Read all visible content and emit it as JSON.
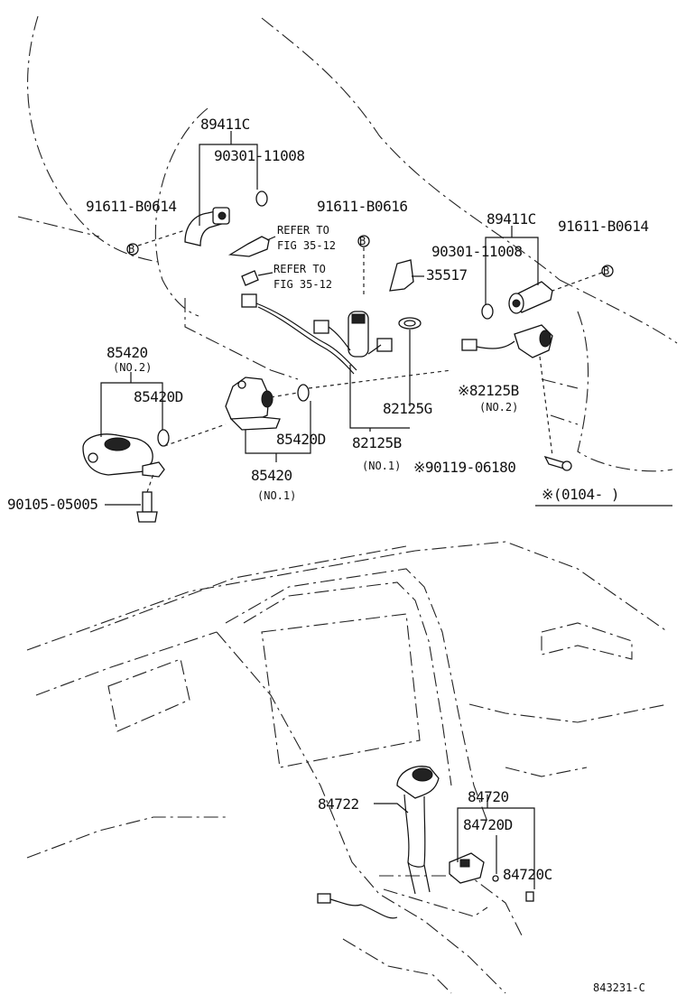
{
  "labels": {
    "p89411C_a": "89411C",
    "p90301_11008_a": "90301-11008",
    "p91611_B0614_a": "91611-B0614",
    "p91611_B0616": "91611-B0616",
    "refer1_a": "REFER TO",
    "refer1_b": "FIG 35-12",
    "refer2_a": "REFER TO",
    "refer2_b": "FIG 35-12",
    "p89411C_b": "89411C",
    "p91611_B0614_b": "91611-B0614",
    "p90301_11008_b": "90301-11008",
    "p35517": "35517",
    "p85420_no2": "85420",
    "no2_a": "(NO.2)",
    "p85420D_a": "85420D",
    "p82125G": "82125G",
    "p82125B_no2": "※82125B",
    "no2_b": "(NO.2)",
    "p85420D_b": "85420D",
    "p82125B_no1": "82125B",
    "no1_a": "(NO.1)",
    "p90119": "※90119-06180",
    "p85420_no1": "85420",
    "no1_b": "(NO.1)",
    "p90105": "90105-05005",
    "note": "※(0104-      )",
    "p84720": "84720",
    "p84722": "84722",
    "p84720D": "84720D",
    "p84720C": "84720C",
    "figno": "843231-C"
  }
}
